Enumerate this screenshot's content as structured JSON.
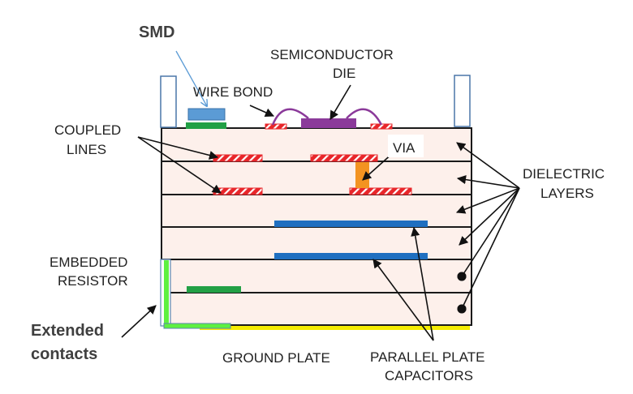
{
  "title": "Multilayer substrate cross-section",
  "labels": {
    "smd": "SMD",
    "semiconductor_die_line1": "SEMICONDUCTOR",
    "semiconductor_die_line2": "DIE",
    "wire_bond": "WIRE BOND",
    "coupled_lines_line1": "COUPLED",
    "coupled_lines_line2": "LINES",
    "via": "VIA",
    "dielectric_layers_line1": "DIELECTRIC",
    "dielectric_layers_line2": "LAYERS",
    "embedded_resistor_line1": "EMBEDDED",
    "embedded_resistor_line2": "RESISTOR",
    "extended_contacts_line1": "Extended",
    "extended_contacts_line2": "contacts",
    "ground_plate": "GROUND PLATE",
    "parallel_plate_capacitors_line1": "PARALLEL PLATE",
    "parallel_plate_capacitors_line2": "CAPACITORS"
  },
  "layer_count": 6,
  "colors": {
    "dielectric": "#fdf0eb",
    "layer_line": "#1a1a1a",
    "smd": "#5b9bd5",
    "smd_pad": "#22a045",
    "die": "#8b3a9a",
    "wire_bond": "#8b3a9a",
    "trace": "#e8262a",
    "via": "#f39321",
    "capacitor_plate": "#1f6fc0",
    "resistor": "#22a045",
    "contact": "#5ef040",
    "contact_outline": "#5a86b0",
    "ground_plate": "#f5ec00",
    "smd_arrow": "#5b9bd5"
  }
}
